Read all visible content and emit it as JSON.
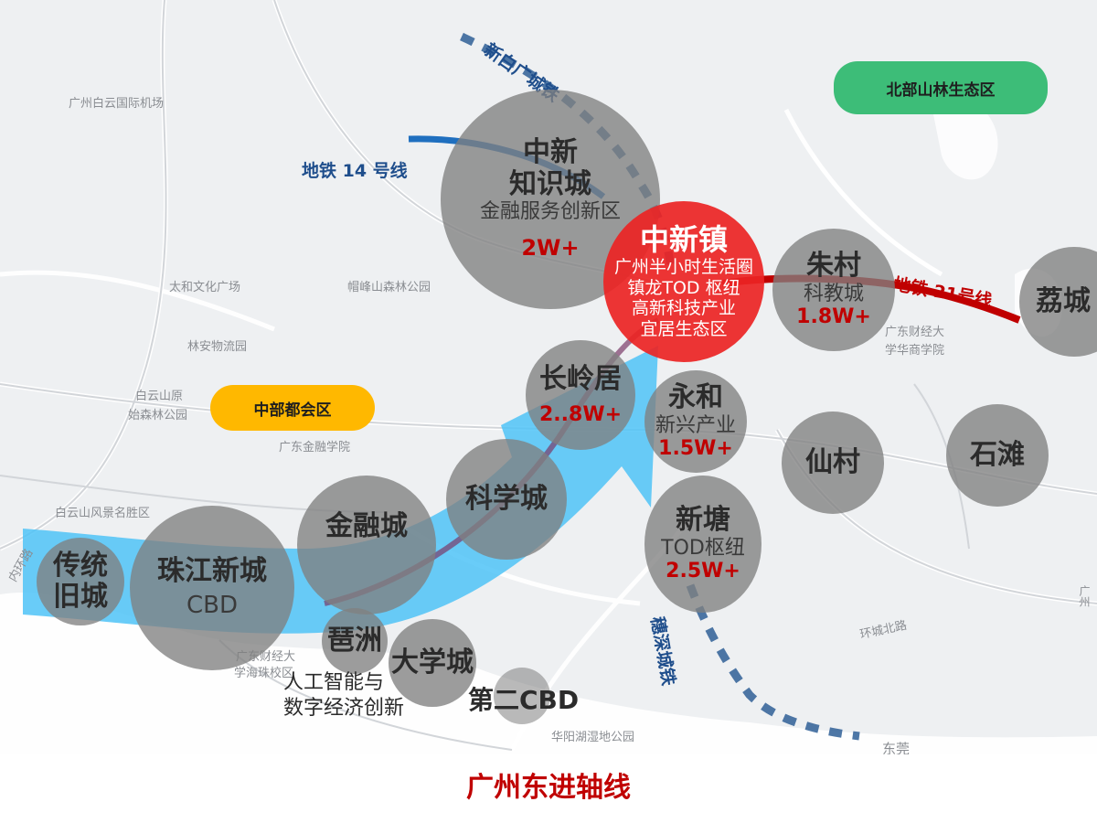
{
  "caption": "广州东进轴线",
  "zones": {
    "north": "北部山林生态区",
    "central": "中部都会区"
  },
  "lines": {
    "guangzhou_baiyun_rail": "新白广城铁",
    "metro14": "地铁  14 号线",
    "metro21": "地铁  21号线",
    "suishen_rail": "穗深城铁"
  },
  "hub": {
    "title": "中新镇",
    "lines": [
      "广州半小时生活圈",
      "镇龙TOD 枢纽",
      "高新科技产业",
      "宜居生态区"
    ]
  },
  "nodes": {
    "zhongxin_city": {
      "title1": "中新",
      "title2": "知识城",
      "subtitle": "金融服务创新区",
      "value": "2W+"
    },
    "zhucun": {
      "title": "朱村",
      "subtitle": "科教城",
      "value": "1.8W+"
    },
    "licheng": {
      "title": "荔城"
    },
    "changlingju": {
      "title": "长岭居",
      "value": "2..8W+"
    },
    "yonghe": {
      "title": "永和",
      "subtitle": "新兴产业",
      "value": "1.5W+"
    },
    "xiancun": {
      "title": "仙村"
    },
    "shitan": {
      "title": "石滩"
    },
    "kexuecheng": {
      "title": "科学城"
    },
    "xintang": {
      "title": "新塘",
      "subtitle": "TOD枢纽",
      "value": "2.5W+"
    },
    "jinrongcheng": {
      "title": "金融城"
    },
    "zhujiang": {
      "title": "珠江新城",
      "subtitle": "CBD"
    },
    "chuantong": {
      "title1": "传统",
      "title2": "旧城"
    },
    "pazhou": {
      "title": "琶洲",
      "subtitle1": "人工智能与",
      "subtitle2": "数字经济创新"
    },
    "daxuecheng": {
      "title": "大学城"
    },
    "second_cbd": {
      "title": "第二CBD"
    }
  },
  "pois": [
    "广州白云国际机场",
    "太和文化广场",
    "帽峰山森林公园",
    "林安物流园",
    "白云山原",
    "始森林公园",
    "广东金融学院",
    "白云山风景名胜区",
    "广东财经大",
    "学华商学院",
    "广东财经大",
    "学海珠校区",
    "华阳湖湿地公园",
    "环城北路",
    "东莞",
    "内环路",
    "广州"
  ],
  "colors": {
    "hub_red": "#eb2424",
    "value_red": "#c00000",
    "circle_gray": "#808080",
    "arrow_blue": "#4fc3f7",
    "metro14_blue": "#1f6fbf",
    "metro21_red": "#c00000",
    "rail_blue": "#2f5f96",
    "north_zone_green": "#3dbd78",
    "central_zone_yellow": "#ffb800"
  }
}
